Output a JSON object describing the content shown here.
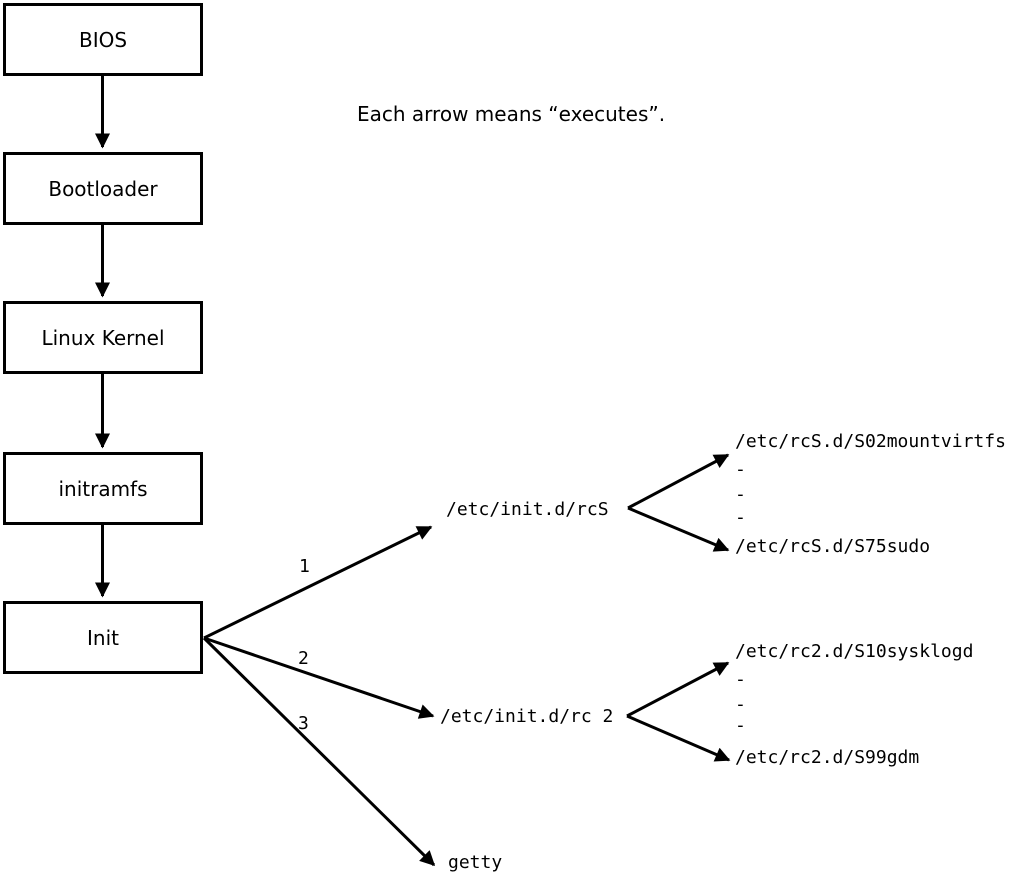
{
  "diagram": {
    "annotation": "Each arrow means “executes”.",
    "nodes": [
      {
        "id": "bios",
        "label": "BIOS"
      },
      {
        "id": "bootloader",
        "label": "Bootloader"
      },
      {
        "id": "kernel",
        "label": "Linux Kernel"
      },
      {
        "id": "initramfs",
        "label": "initramfs"
      },
      {
        "id": "init",
        "label": "Init"
      }
    ],
    "edge_labels": [
      {
        "id": "edge-1",
        "text": "1"
      },
      {
        "id": "edge-2",
        "text": "2"
      },
      {
        "id": "edge-3",
        "text": "3"
      }
    ],
    "leaves": {
      "rcs": {
        "label": "/etc/init.d/rcS",
        "children": [
          "/etc/rcS.d/S02mountvirtfs",
          "-",
          "-",
          "-",
          "/etc/rcS.d/S75sudo"
        ]
      },
      "rc2": {
        "label": "/etc/init.d/rc 2",
        "children": [
          "/etc/rc2.d/S10sysklogd",
          "-",
          "-",
          "-",
          "/etc/rc2.d/S99gdm"
        ]
      },
      "getty": {
        "label": "getty"
      }
    },
    "colors": {
      "ink": "#000000",
      "background": "#ffffff"
    }
  }
}
